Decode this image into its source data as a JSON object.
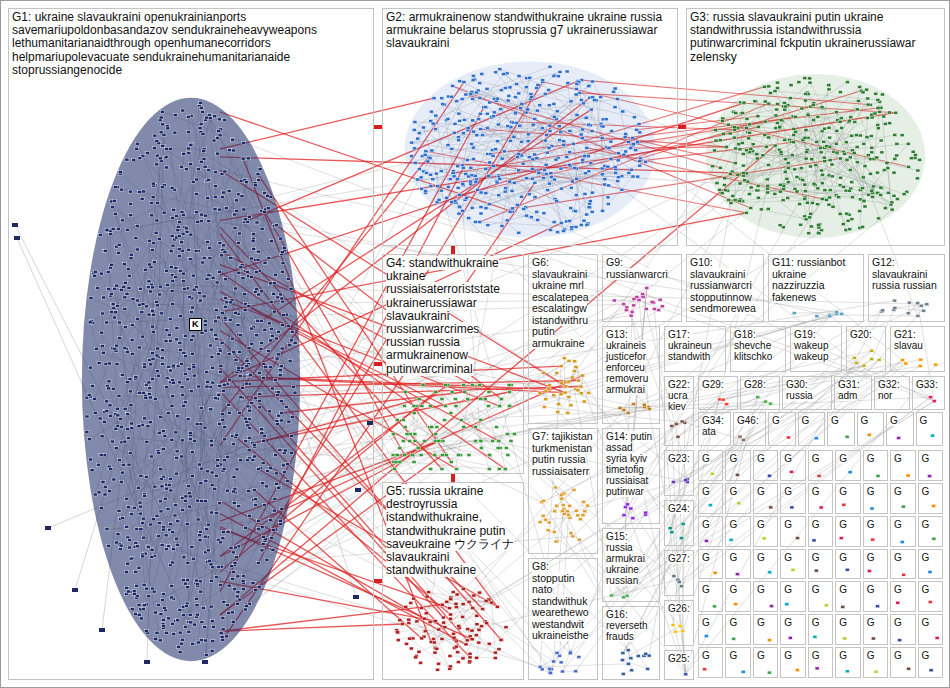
{
  "diagram": {
    "nodes": [
      {
        "text": [
          "G1: ukraine slavaukraini openukrainianports savemariupoldonbasandazov sendukraineheavyweapons lethumanitarianaidthrough openhumanecorridors helpmariupolevacuate sendukrainehumanitarianaide stoprussiangenocide"
        ]
      },
      {
        "text": [
          "G2: armukrainenow standwithukraine ukraine russia armukraine belarus stoprussia g7 ukrainerussiawar slavaukraini"
        ]
      },
      {
        "text": [
          "G3: russia slavaukraini putin ukraine standwithrussia istandwithrussia putinwarcriminal fckputin ukrainerussiawar zelensky"
        ]
      },
      {
        "text": [
          "G4: standwithukraine ukraine russiaisaterroriststate ukrainerussiawar slavaukraini russianwarcrimes russian russia armukrainenow putinwarcriminal"
        ]
      },
      {
        "text": [
          "G5: russia ukraine destroyrussia istandwithukraine, standwithukraine putin saveukraine ウクライナ slavaukraini standwithukraine"
        ]
      },
      {
        "text": [
          "G6: slavaukraini ukraine mrl escalatepea escalatingw istandwithru putin armukraine"
        ]
      },
      {
        "text": [
          "G7: tajikistan turkmenistan putin russia russiaisaterr"
        ]
      },
      {
        "text": [
          "G8: stopputin nato standwithuk wearethewo westandwit ukraineisthe"
        ]
      },
      {
        "text": [
          "G9: russianwarcri"
        ]
      },
      {
        "text": [
          "G10: slavaukraini russianwarcri stopputinnow sendmorewea"
        ]
      },
      {
        "text": [
          "G11: russianbot ukraine nazziruzzia fakenews"
        ]
      },
      {
        "text": [
          "G12: slavaukraini russia russian"
        ]
      },
      {
        "text": [
          "G13: ukraineis justicefor enforceu removeru armukrai"
        ]
      },
      {
        "text": [
          "G14: putin assad syria kyiv timetofig russiaisat putinwar"
        ]
      },
      {
        "text": [
          "G15: russia armukrai ukraine russian"
        ]
      },
      {
        "text": [
          "G16: reverseth frauds"
        ]
      },
      {
        "text": [
          "G17: ukraineun standwith"
        ]
      },
      {
        "text": [
          "G18: shevche klitschko"
        ]
      },
      {
        "text": [
          "G19: wakeup wakeup"
        ]
      },
      {
        "text": [
          "G20:"
        ]
      },
      {
        "text": [
          "G21: slavau"
        ]
      },
      {
        "text": [
          "G22: ucra kiev"
        ]
      },
      {
        "text": [
          "G23:"
        ]
      },
      {
        "text": [
          "G24:"
        ]
      },
      {
        "text": [
          "G25:"
        ]
      },
      {
        "text": [
          "G26:"
        ]
      },
      {
        "text": [
          "G27:"
        ]
      },
      {
        "text": [
          "G28:"
        ]
      },
      {
        "text": [
          "G29:"
        ]
      },
      {
        "text": [
          "G30: russia"
        ]
      },
      {
        "text": [
          "G31: adm"
        ]
      },
      {
        "text": [
          "G32: nor"
        ]
      },
      {
        "text": [
          "G33:"
        ]
      },
      {
        "text": [
          "G34: ata"
        ]
      },
      {
        "text": [
          "G46:"
        ]
      },
      {
        "text": [
          "G"
        ]
      },
      {
        "text": [
          "G"
        ]
      },
      {
        "text": [
          "G"
        ]
      },
      {
        "text": [
          "G"
        ]
      },
      {
        "text": [
          "G"
        ]
      },
      {
        "text": [
          "G"
        ]
      },
      {
        "text": [
          "G"
        ]
      },
      {
        "text": [
          "G"
        ]
      },
      {
        "text": [
          "G"
        ]
      },
      {
        "text": [
          "G"
        ]
      },
      {
        "text": [
          "G"
        ]
      },
      {
        "text": [
          "G"
        ]
      },
      {
        "text": [
          "G"
        ]
      },
      {
        "text": [
          "G"
        ]
      },
      {
        "text": [
          "G"
        ]
      },
      {
        "text": [
          "G"
        ]
      },
      {
        "text": [
          "G"
        ]
      },
      {
        "text": [
          "G"
        ]
      },
      {
        "text": [
          "G"
        ]
      },
      {
        "text": [
          "G"
        ]
      },
      {
        "text": [
          "G"
        ]
      },
      {
        "text": [
          "G"
        ]
      },
      {
        "text": [
          "G"
        ]
      },
      {
        "text": [
          "G"
        ]
      },
      {
        "text": [
          "G"
        ]
      },
      {
        "text": [
          "G"
        ]
      },
      {
        "text": [
          "G"
        ]
      },
      {
        "text": [
          "G"
        ]
      },
      {
        "text": [
          "G"
        ]
      },
      {
        "text": [
          "G"
        ]
      },
      {
        "text": [
          "G"
        ]
      },
      {
        "text": [
          "G"
        ]
      },
      {
        "text": [
          "G"
        ]
      },
      {
        "text": [
          "G"
        ]
      },
      {
        "text": [
          "G"
        ]
      },
      {
        "text": [
          "G"
        ]
      },
      {
        "text": [
          "G"
        ]
      },
      {
        "text": [
          "G"
        ]
      },
      {
        "text": [
          "G"
        ]
      },
      {
        "text": [
          "G"
        ]
      },
      {
        "text": [
          "G"
        ]
      },
      {
        "text": [
          "G"
        ]
      },
      {
        "text": [
          "G"
        ]
      },
      {
        "text": [
          "G"
        ]
      },
      {
        "text": [
          "G"
        ]
      },
      {
        "text": [
          "G"
        ]
      },
      {
        "text": [
          "G"
        ]
      },
      {
        "text": [
          "G"
        ]
      },
      {
        "text": [
          "G"
        ]
      },
      {
        "text": [
          "G"
        ]
      },
      {
        "text": [
          "G"
        ]
      },
      {
        "text": [
          "G"
        ]
      },
      {
        "text": [
          "G"
        ]
      },
      {
        "text": [
          "G"
        ]
      },
      {
        "text": [
          "G"
        ]
      },
      {
        "text": [
          "G"
        ]
      },
      {
        "text": [
          "G"
        ]
      },
      {
        "text": [
          "G"
        ]
      },
      {
        "text": [
          "G"
        ]
      },
      {
        "text": [
          "G"
        ]
      },
      {
        "text": [
          "G"
        ]
      },
      {
        "text": [
          "G"
        ]
      },
      {
        "text": [
          "G"
        ]
      },
      {
        "text": [
          "G"
        ]
      },
      {
        "text": [
          "G"
        ]
      },
      {
        "text": [
          "G"
        ]
      },
      {
        "text": [
          "G"
        ]
      },
      {
        "text": [
          "G"
        ]
      },
      {
        "text": [
          "G"
        ]
      }
    ],
    "edges": [
      {
        "from": 0,
        "to": 1,
        "arrow": "none"
      },
      {
        "from": 0,
        "to": 3,
        "arrow": "none"
      },
      {
        "from": 0,
        "to": 4,
        "arrow": "none"
      },
      {
        "from": 1,
        "to": 2,
        "arrow": "none"
      },
      {
        "from": 1,
        "to": 3,
        "arrow": "none"
      },
      {
        "from": 3,
        "to": 4,
        "arrow": "none"
      }
    ],
    "labels": [
      "K"
    ]
  }
}
